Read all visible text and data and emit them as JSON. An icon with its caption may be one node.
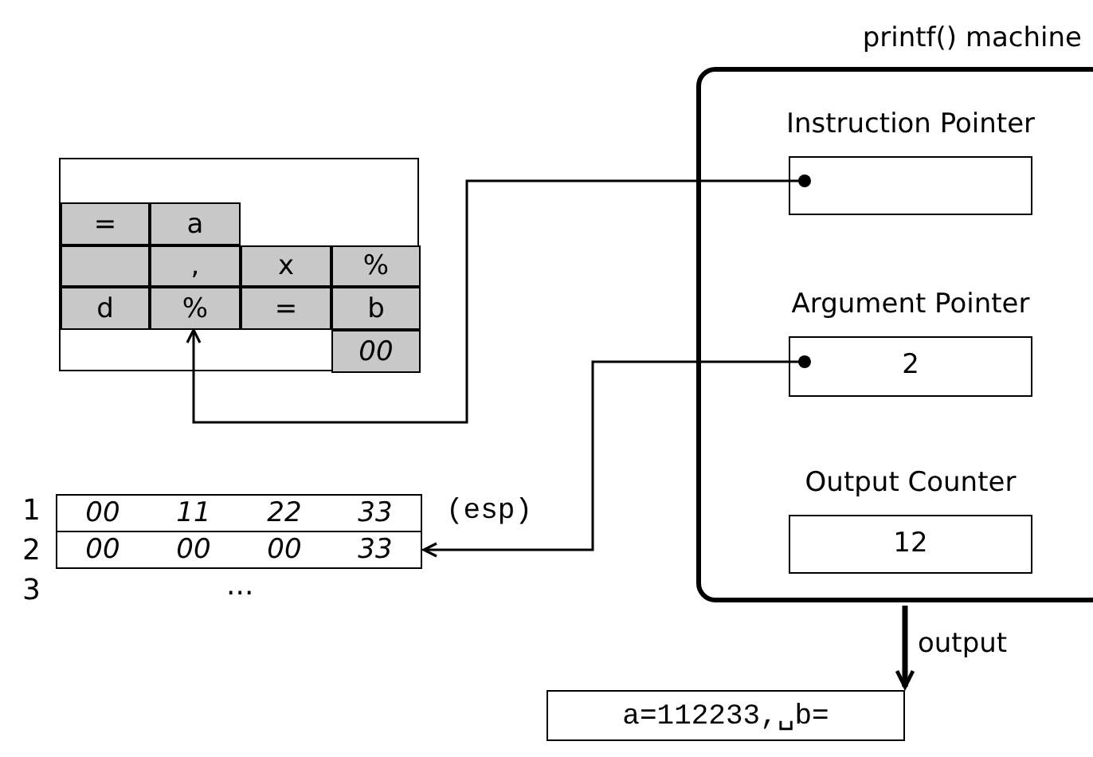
{
  "diagram": {
    "nodes": [
      {
        "text": [],
        "shape": "box"
      },
      {
        "text": [
          "="
        ],
        "in": 0
      },
      {
        "text": [
          "a"
        ],
        "in": 0
      },
      {
        "text": [],
        "shape": "box",
        "in": 0
      },
      {
        "text": [
          ","
        ],
        "in": 0
      },
      {
        "text": [
          "x"
        ],
        "in": 0
      },
      {
        "text": [
          "%"
        ],
        "in": 0
      },
      {
        "text": [
          "d"
        ],
        "in": 0
      },
      {
        "text": [
          "%"
        ],
        "in": 0
      },
      {
        "text": [
          "="
        ],
        "in": 0
      },
      {
        "text": [
          "b"
        ],
        "in": 0
      },
      {
        "text": [
          "00"
        ],
        "in": 0
      },
      {
        "text": [
          "printf() machine"
        ]
      },
      {
        "text": [
          "Instruction Pointer"
        ],
        "in": 12
      },
      {
        "text": [
          "Argument Pointer",
          "2"
        ],
        "in": 12
      },
      {
        "text": [
          "Output Counter",
          "12"
        ],
        "in": 12
      },
      {
        "text": [
          "00",
          "11",
          "22",
          "33"
        ],
        "beside": [
          "(esp)"
        ]
      },
      {
        "text": [
          "00",
          "00",
          "00",
          "33"
        ]
      },
      {
        "text": [
          "a=112233,␣b="
        ]
      }
    ],
    "edges": [
      {
        "from": 13,
        "to": 8,
        "arrow": "to"
      },
      {
        "from": 14,
        "to": 17,
        "arrow": "to"
      },
      {
        "from": 12,
        "to": 18,
        "arrow": "to",
        "label": "output",
        "style": "thick"
      }
    ],
    "labels": [
      "1",
      "2",
      "3",
      "..."
    ]
  }
}
